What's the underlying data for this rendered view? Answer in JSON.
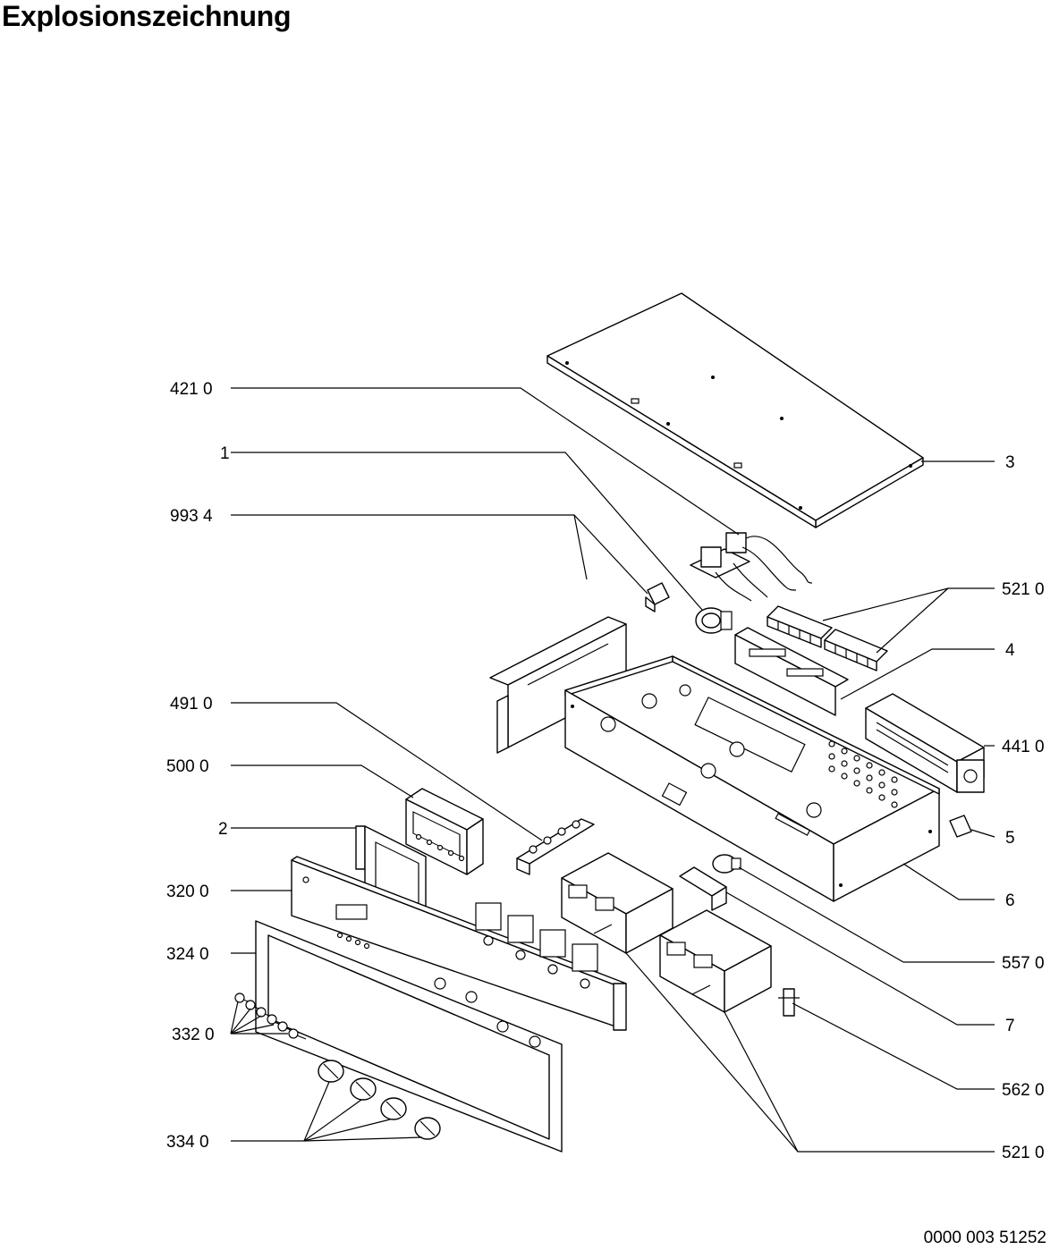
{
  "title": "Explosionszeichnung",
  "document_number": "0000 003 51252",
  "labels_left": [
    {
      "id": "421",
      "text": "421 0"
    },
    {
      "id": "1",
      "text": "1"
    },
    {
      "id": "993",
      "text": "993 4"
    },
    {
      "id": "491",
      "text": "491 0"
    },
    {
      "id": "500",
      "text": "500 0"
    },
    {
      "id": "2",
      "text": "2"
    },
    {
      "id": "320",
      "text": "320 0"
    },
    {
      "id": "324",
      "text": "324 0"
    },
    {
      "id": "332",
      "text": "332 0"
    },
    {
      "id": "334",
      "text": "334 0"
    }
  ],
  "labels_right": [
    {
      "id": "3",
      "text": "3"
    },
    {
      "id": "521a",
      "text": "521 0"
    },
    {
      "id": "4",
      "text": "4"
    },
    {
      "id": "441",
      "text": "441 0"
    },
    {
      "id": "5",
      "text": "5"
    },
    {
      "id": "6",
      "text": "6"
    },
    {
      "id": "557",
      "text": "557 0"
    },
    {
      "id": "7",
      "text": "7"
    },
    {
      "id": "562",
      "text": "562 0"
    },
    {
      "id": "521b",
      "text": "521 0"
    }
  ]
}
